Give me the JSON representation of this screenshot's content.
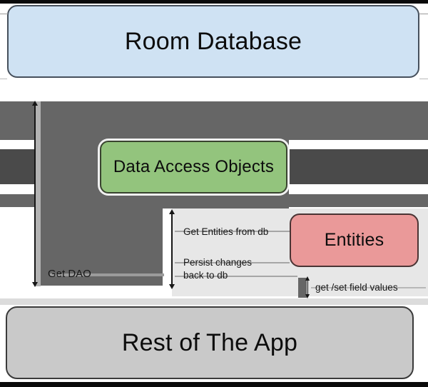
{
  "diagram_type": "room-database-architecture",
  "nodes": {
    "room": {
      "label": "Room Database",
      "fill": "#cfe2f3"
    },
    "dao": {
      "label": "Data Access Objects",
      "fill": "#93c47d"
    },
    "entities": {
      "label": "Entities",
      "fill": "#ea9999"
    },
    "app": {
      "label": "Rest of The App",
      "fill": "#c9c9c9"
    }
  },
  "edge_labels": {
    "get_dao": "Get DAO",
    "get_entities_from_db": "Get Entities from db",
    "persist_changes_line1": "Persist changes",
    "persist_changes_line2": "back to db",
    "get_set_field_values": "get /set field values"
  },
  "colors": {
    "arrow_dark": "#666666",
    "arrow_darker": "#4a4a4a",
    "panel_light": "#e7e7e7",
    "strip_gray": "#b3b3b3",
    "band_bottom": "#dcdcdc",
    "frame_black": "#0a0a0a"
  }
}
